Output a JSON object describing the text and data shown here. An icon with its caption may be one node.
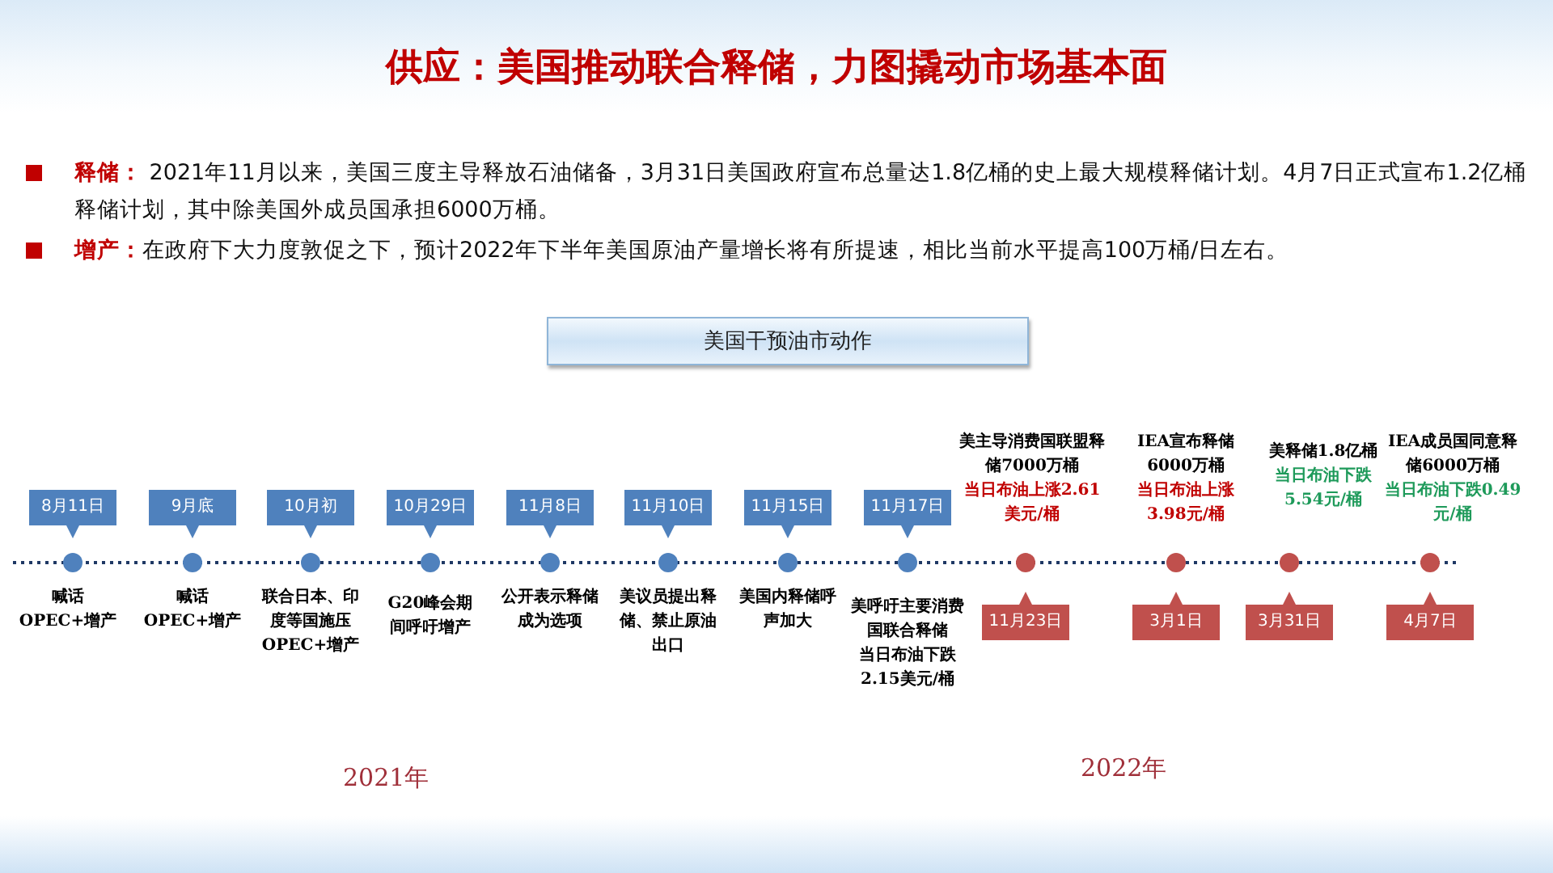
{
  "diagram": {
    "title": "供应：美国推动联合释储，力图撬动市场基本面",
    "nodes": [
      {
        "text": [
          "美国干预油市动作"
        ]
      },
      {
        "text": [
          "8月11日"
        ],
        "beside": [
          "喊话OPEC+增产"
        ]
      },
      {
        "text": [
          "9月底"
        ],
        "beside": [
          "喊话OPEC+增产"
        ]
      },
      {
        "text": [
          "10月初"
        ],
        "beside": [
          "联合日本、印度等国施压OPEC+增产"
        ]
      },
      {
        "text": [
          "10月29日"
        ],
        "beside": [
          "G20峰会期间呼吁增产"
        ]
      },
      {
        "text": [
          "11月8日"
        ],
        "beside": [
          "公开表示释储成为选项"
        ]
      },
      {
        "text": [
          "11月10日"
        ],
        "beside": [
          "美议员提出释储、禁止原油出口"
        ]
      },
      {
        "text": [
          "11月15日"
        ],
        "beside": [
          "美国内释储呼声加大"
        ]
      },
      {
        "text": [
          "11月17日"
        ],
        "beside": [
          "美呼吁主要消费国联合释储",
          "当日布油下跌2.15美元/桶"
        ]
      },
      {
        "text": [
          "11月23日"
        ],
        "beside": [
          "美主导消费国联盟释储7000万桶",
          "当日布油上涨2.61美元/桶"
        ]
      },
      {
        "text": [
          "3月1日"
        ],
        "beside": [
          "IEA宣布释储6000万桶",
          "当日布油上涨3.98元/桶"
        ]
      },
      {
        "text": [
          "3月31日"
        ],
        "beside": [
          "美释储1.8亿桶",
          "当日布油下跌5.54元/桶"
        ]
      },
      {
        "text": [
          "4月7日"
        ],
        "beside": [
          "IEA成员国同意释储6000万桶",
          "当日布油下跌0.49元/桶"
        ]
      }
    ],
    "labels": [
      "**释储：** 2021年11月以来，美国三度主导释放石油储备，3月31日美国政府宣布总量达1.8亿桶的史上最大规模释储计划。4月7日正式宣布1.2亿桶释储计划，其中除美国外成员国承担6000万桶。",
      "**增产：**在政府下大力度敦促之下，预计2022年下半年美国原油产量增长将有所提速，相比当前水平提高100万桶/日左右。",
      "2021年",
      "2022年"
    ]
  }
}
